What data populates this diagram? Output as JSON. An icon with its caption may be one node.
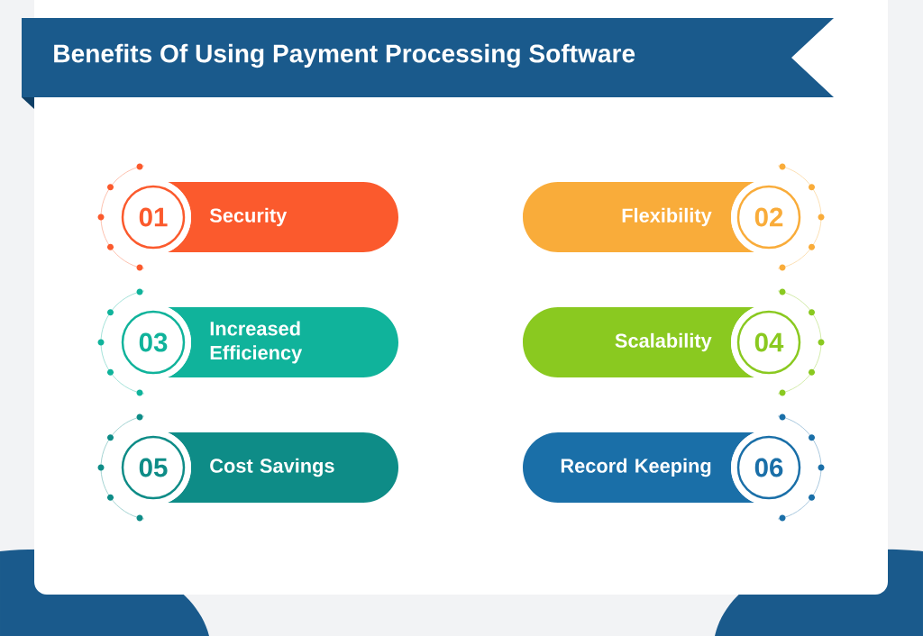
{
  "diagram": {
    "title": "Benefits Of Using Payment Processing Software",
    "nodes": [
      {
        "text": [
          "01"
        ]
      },
      {
        "text": [
          "Security"
        ]
      },
      {
        "text": [
          "Flexibility"
        ]
      },
      {
        "text": [
          "02"
        ]
      },
      {
        "text": [
          "03"
        ]
      },
      {
        "text": [
          "Increased Efficiency"
        ]
      },
      {
        "text": [
          "Scalability"
        ]
      },
      {
        "text": [
          "04"
        ]
      },
      {
        "text": [
          "05"
        ]
      },
      {
        "text": [
          "Cost Savings"
        ]
      },
      {
        "text": [
          "Record Keeping"
        ]
      },
      {
        "text": [
          "06"
        ]
      }
    ]
  }
}
